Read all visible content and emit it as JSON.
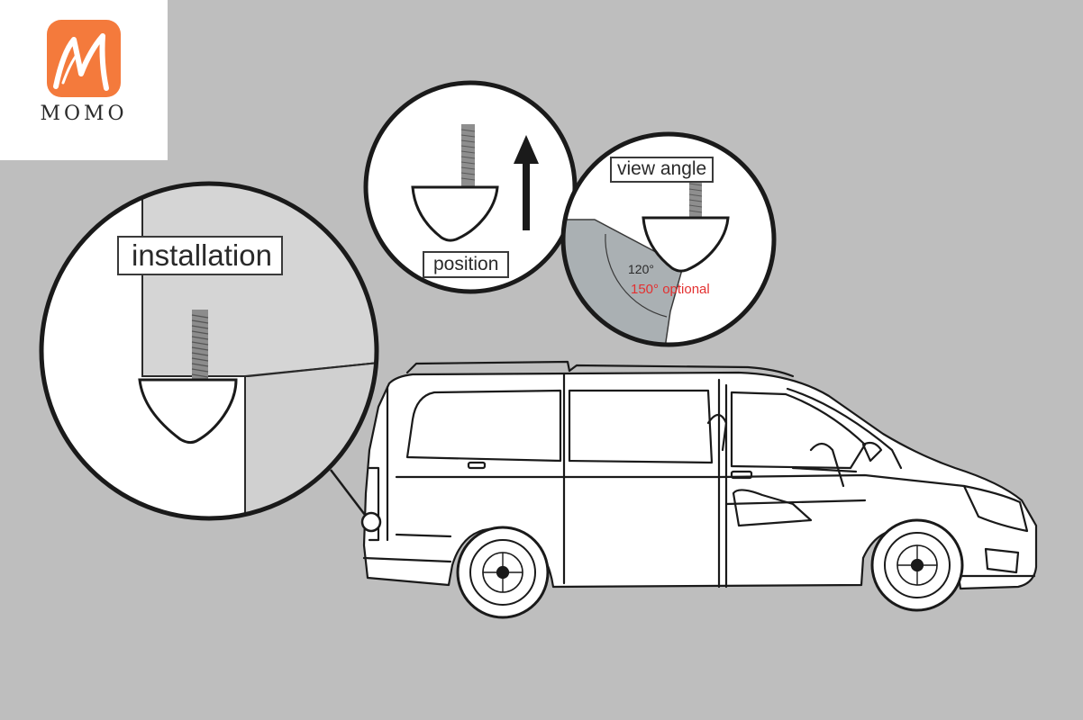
{
  "brand": {
    "name": "MOMO",
    "colors": {
      "accent": "#f47a3c",
      "accent_dark": "#e9652a"
    }
  },
  "callouts": {
    "installation": "installation",
    "position": "position",
    "view_angle": "view angle"
  },
  "angles": {
    "standard": "120°",
    "optional": "150° optional"
  },
  "colors": {
    "background": "#bebebe",
    "line": "#1a1a1a",
    "optional_text": "#e33030",
    "panel": "#d2d2d2",
    "fov": "#a9aeb1"
  }
}
